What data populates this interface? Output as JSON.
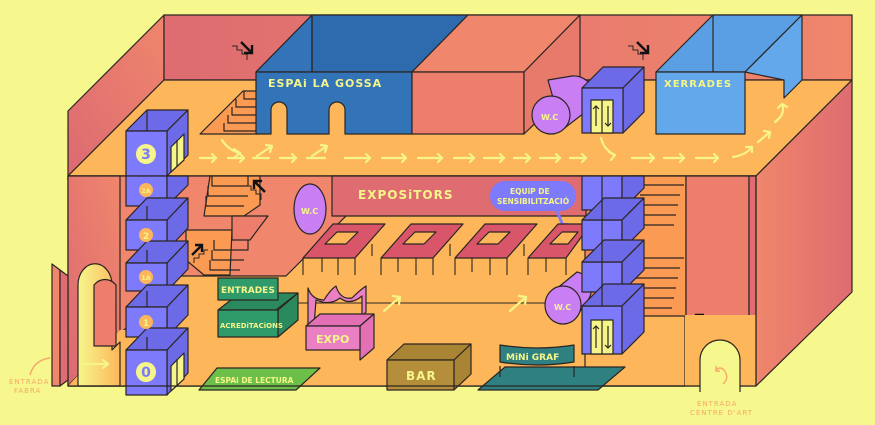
{
  "map": {
    "title": "Floor plan",
    "colors": {
      "background": "#f6f78c",
      "wall_light": "#f0866c",
      "wall_dark": "#de6c70",
      "floor": "#fdb65a",
      "stairs": "#fb9a52",
      "elevator": "#7d7bfb",
      "espai_la_gossa": "#3373b8",
      "xerrades": "#62a8ea",
      "wc": "#c97ef4",
      "entrades": "#2f9a6a",
      "expo": "#ea7fc3",
      "bar": "#b48e3a",
      "mini_graf": "#2f8080",
      "espai_lectura": "#6cbf48",
      "stands": "#d9566a",
      "label_text": "#f6f58a"
    },
    "rooms": {
      "espai_la_gossa": "ESPAi LA GOSSA",
      "xerrades": "XERRADES",
      "expositors": "EXPOSiTORS",
      "equip_sensibilitzacio_line1": "EQUiP DE",
      "equip_sensibilitzacio_line2": "SENSIBILITZACIÓ",
      "entrades": "ENTRADES",
      "acreditacions": "ACREDiTACiONS",
      "expo": "EXPO",
      "bar": "BAR",
      "mini_graf": "MiNi GRAF",
      "espai_lectura": "ESPAi DE LECTURA",
      "wc_upper": "W.C",
      "wc_left": "W.C",
      "wc_right": "W.C"
    },
    "floors": [
      "3",
      "2A",
      "2",
      "1A",
      "1",
      "0"
    ],
    "entrances": {
      "fabra_line1": "ENTRADA",
      "fabra_line2": "FABRA",
      "centre_line1": "ENTRADA",
      "centre_line2": "CENTRE D'ART"
    },
    "icons": {
      "stairs_down": "stairs-down-icon",
      "stairs_up": "stairs-up-icon",
      "elevator": "elevator-icon",
      "arrow": "path-arrow-icon"
    }
  }
}
